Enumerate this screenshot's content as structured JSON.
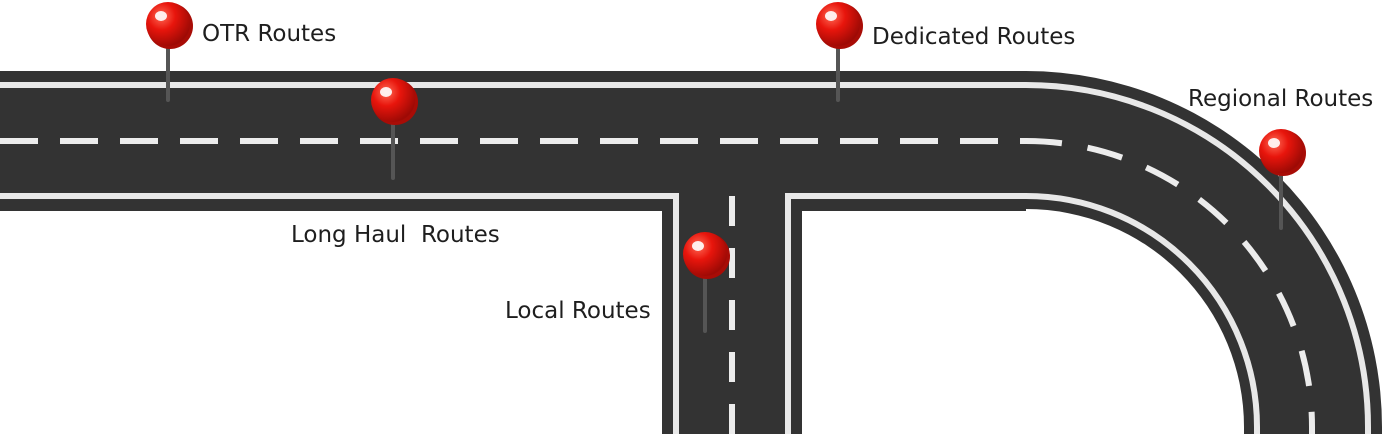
{
  "colors": {
    "asphalt": "#333333",
    "edge_line": "#e8e8e8",
    "center_dash": "#ececec",
    "pin_head": "#e8150c",
    "pin_head_shadow": "#a80c06",
    "pin_highlight": "#ffffff",
    "pin_needle": "#555555",
    "label_text": "#1e1e1e"
  },
  "pins": [
    {
      "id": "otr",
      "label": "OTR Routes",
      "icon": "map-pin-icon"
    },
    {
      "id": "long-haul",
      "label": "Long Haul  Routes",
      "icon": "map-pin-icon"
    },
    {
      "id": "dedicated",
      "label": "Dedicated Routes",
      "icon": "map-pin-icon"
    },
    {
      "id": "regional",
      "label": "Regional Routes",
      "icon": "map-pin-icon"
    },
    {
      "id": "local",
      "label": "Local Routes",
      "icon": "map-pin-icon"
    }
  ]
}
